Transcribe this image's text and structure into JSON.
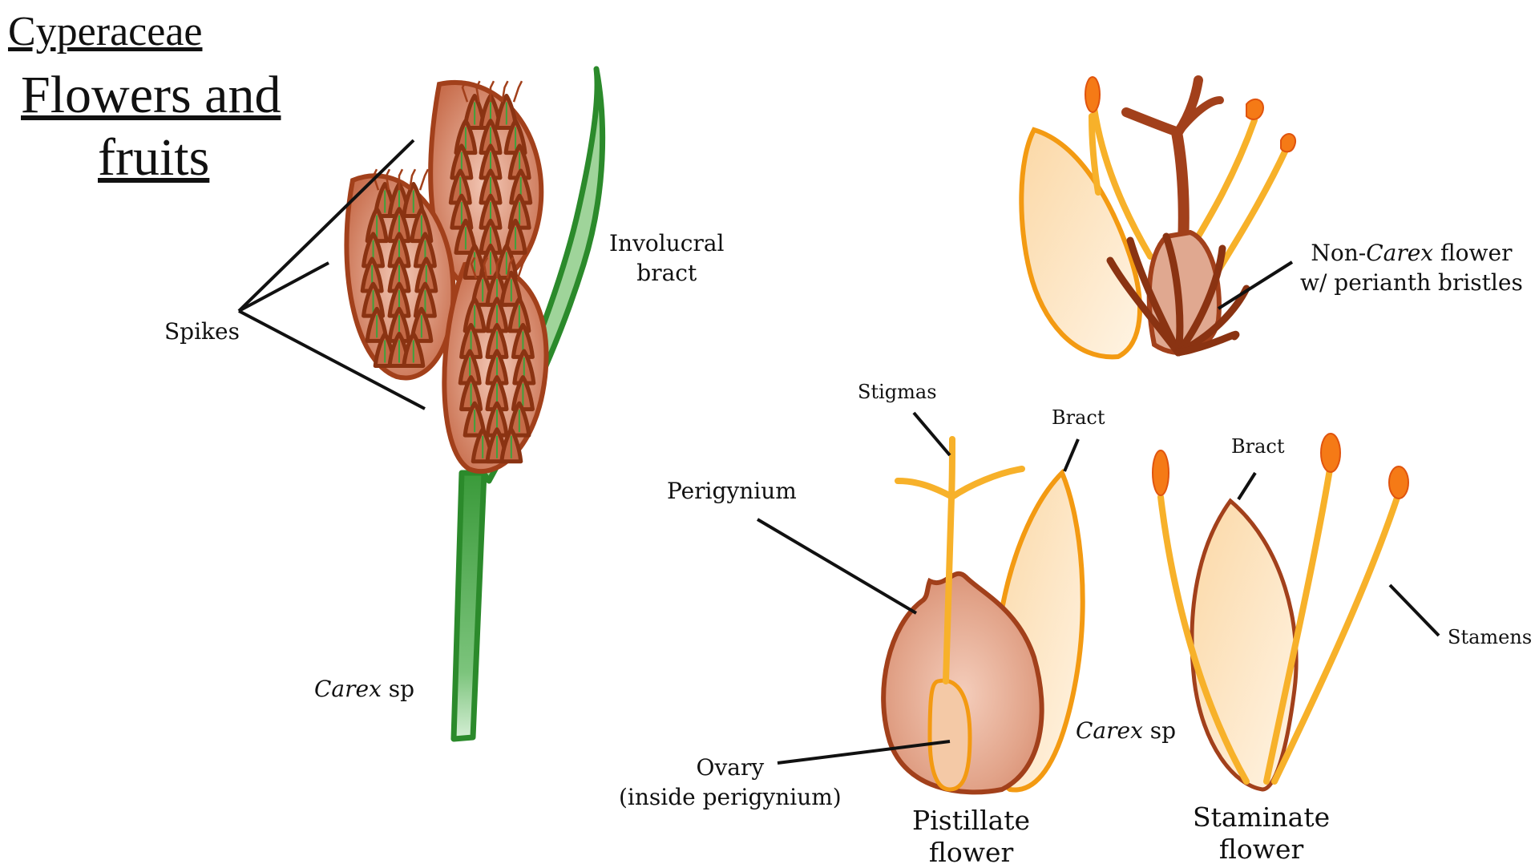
{
  "title": {
    "line1": "Cyperaceae",
    "line2": "Flowers and",
    "line3": "fruits"
  },
  "labels": {
    "spikes": "Spikes",
    "involucral_bract_1": "Involucral",
    "involucral_bract_2": "bract",
    "carex_left_italic": "Carex",
    "carex_left_rest": " sp",
    "noncarex_prefix": "Non-",
    "noncarex_italic": "Carex",
    "noncarex_suffix": " flower",
    "noncarex_line2": "w/ perianth bristles",
    "stigmas": "Stigmas",
    "bract_pistillate": "Bract",
    "bract_staminate": "Bract",
    "perigynium": "Perigynium",
    "stamens": "Stamens",
    "ovary_1": "Ovary",
    "ovary_2": "(inside perigynium)",
    "carex_right_italic": "Carex",
    "carex_right_rest": " sp",
    "pistillate_1": "Pistillate",
    "pistillate_2": "flower",
    "staminate_1": "Staminate",
    "staminate_2": "flower"
  },
  "colors": {
    "spike_brown": "#a2401b",
    "spike_fill": "#cf7c5a",
    "green": "#2b8a2b",
    "orange": "#f39a12",
    "dark_brown": "#8a3312",
    "perigynium_fill": "#e2a88e",
    "bract_fill": "#fde3b7"
  }
}
